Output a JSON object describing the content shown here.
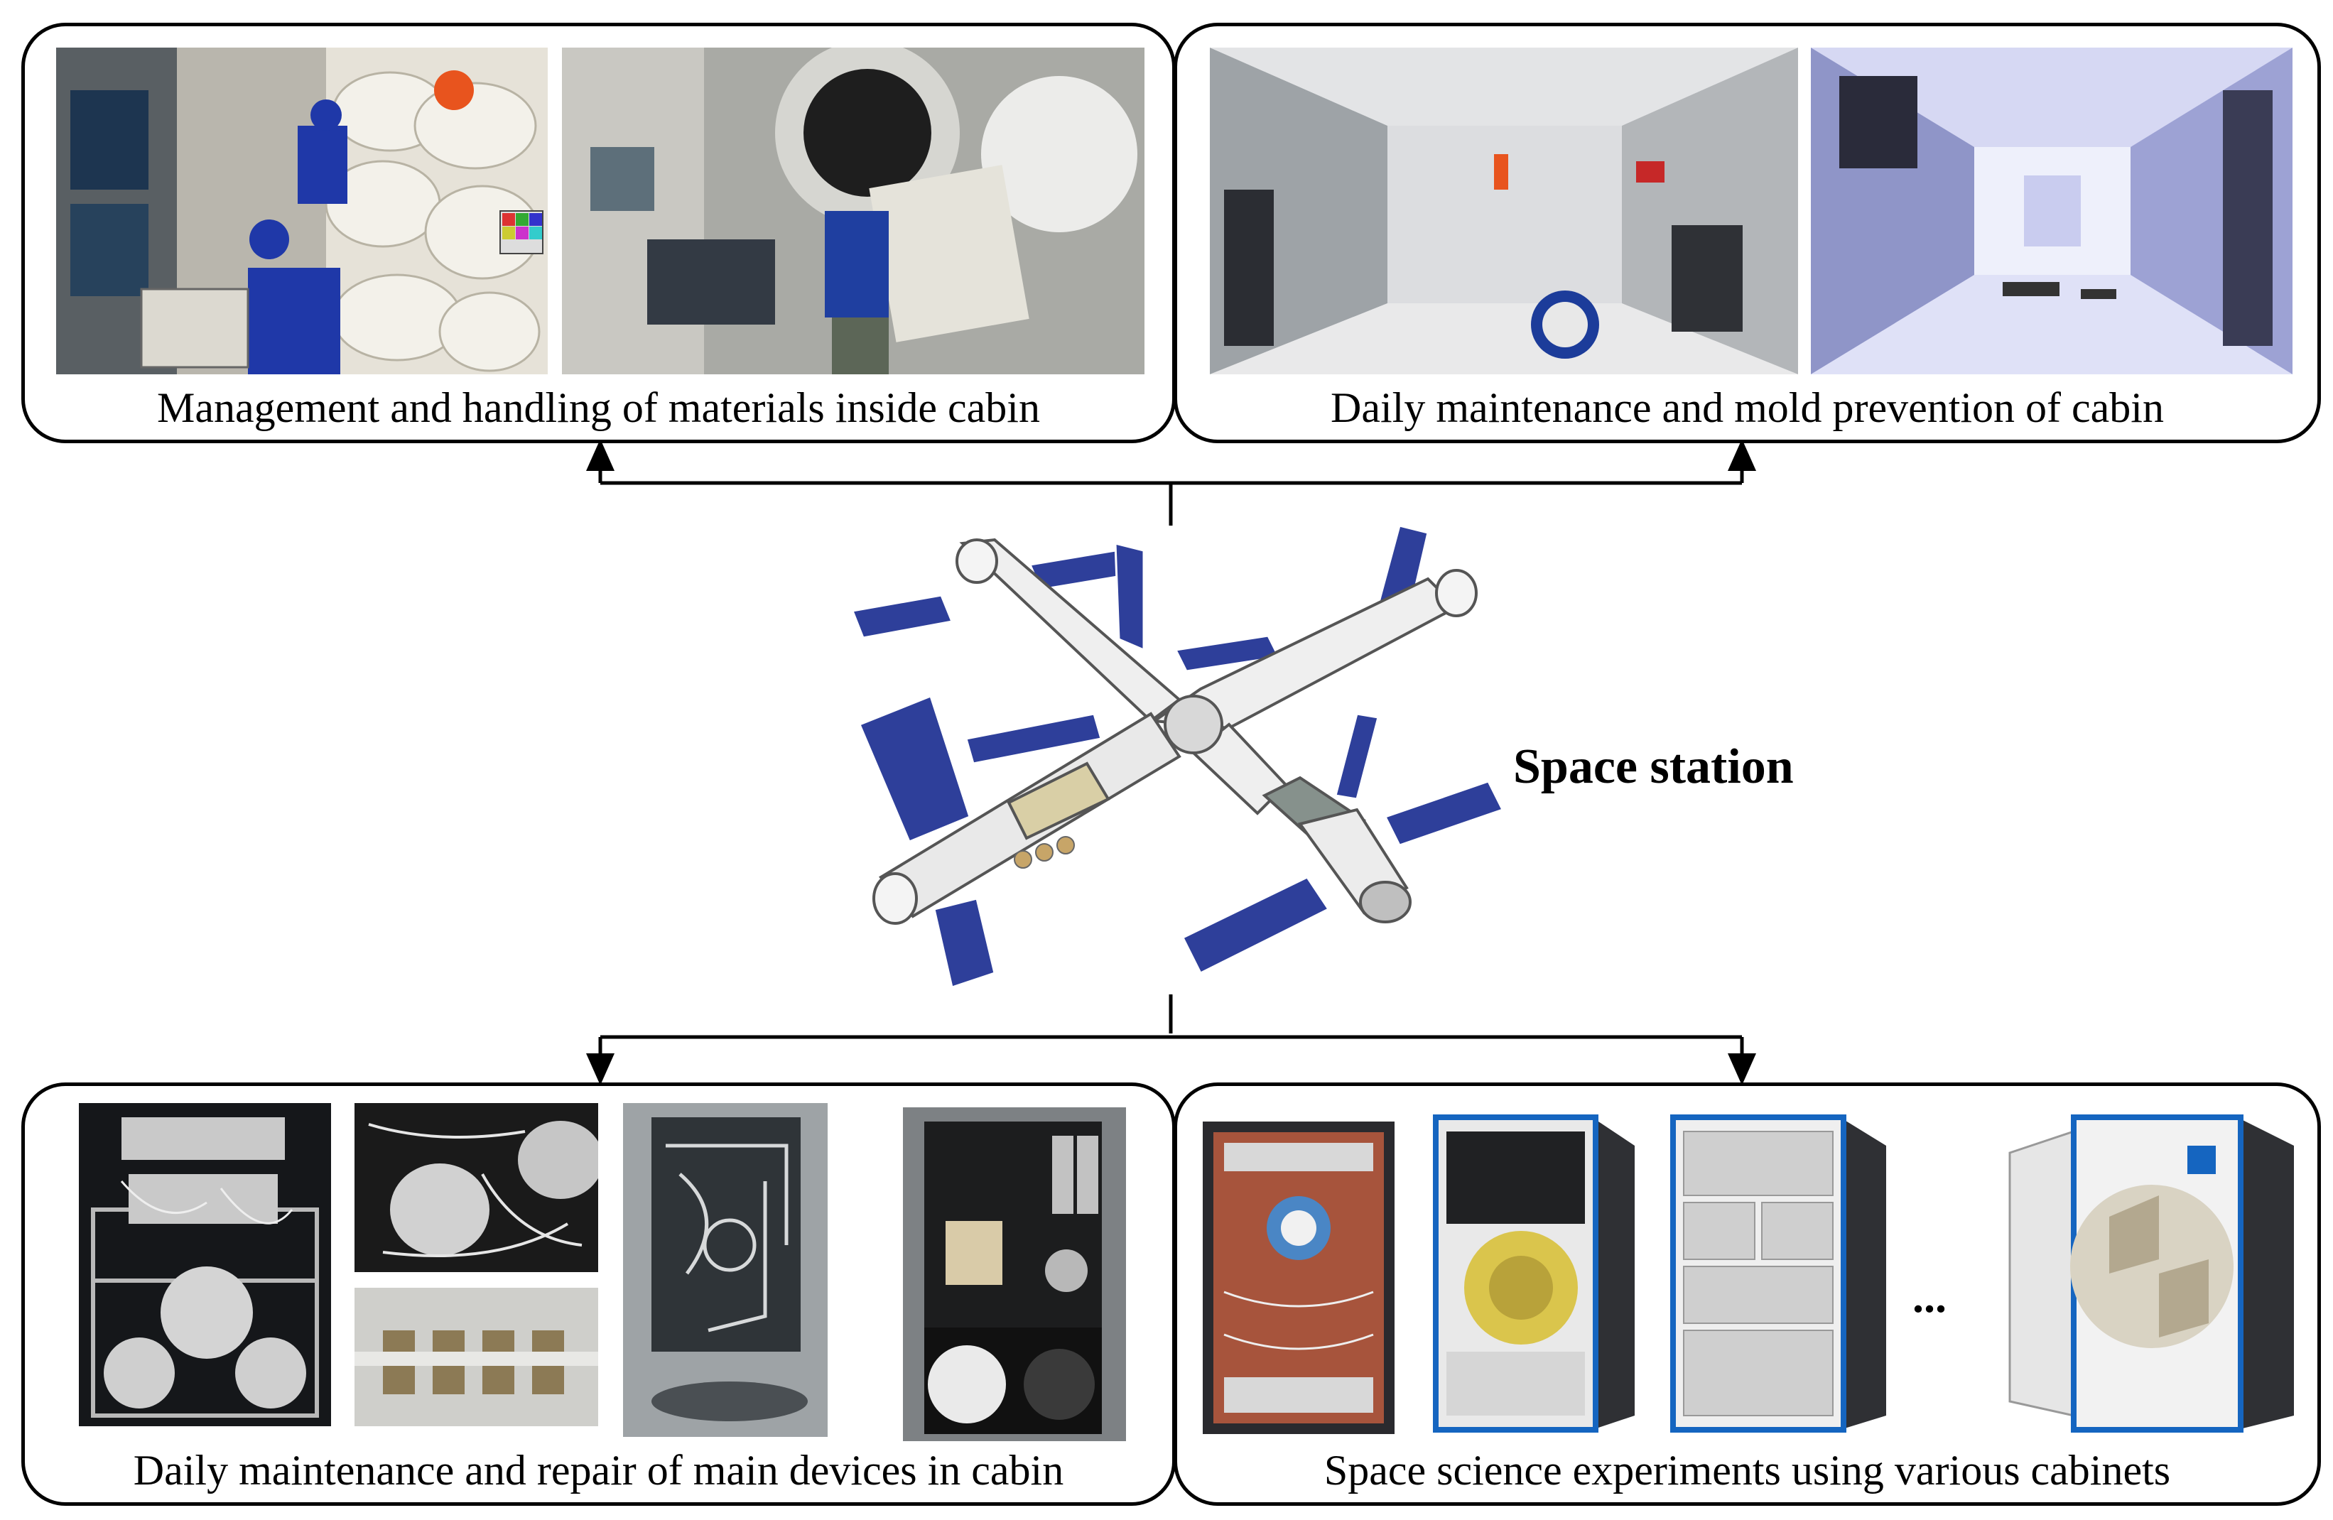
{
  "center": {
    "label": "Space station",
    "icon": "space-station-icon"
  },
  "panels": [
    {
      "id": "materials",
      "caption": "Management and handling of materials inside cabin",
      "photos": [
        "cabin-storage-photo",
        "astronaut-hatch-photo"
      ]
    },
    {
      "id": "maintenance",
      "caption": "Daily maintenance and mold prevention of cabin",
      "photos": [
        "cabin-interior-photo",
        "cabin-corridor-photo"
      ]
    },
    {
      "id": "devices",
      "caption": "Daily maintenance and repair of main devices in cabin",
      "photos": [
        "device-rack-photo",
        "valve-assembly-photo",
        "pipe-assembly-photo",
        "plumbing-module-photo",
        "filter-unit-photo"
      ]
    },
    {
      "id": "experiments",
      "caption": "Space science experiments using various cabinets",
      "photos": [
        "experiment-cabinet-1",
        "experiment-cabinet-2",
        "experiment-cabinet-3",
        "experiment-cabinet-4"
      ],
      "more": "..."
    }
  ],
  "colors": {
    "solar_panel": "#2e3f9a",
    "module_body": "#eeeeee",
    "line": "#000000"
  }
}
